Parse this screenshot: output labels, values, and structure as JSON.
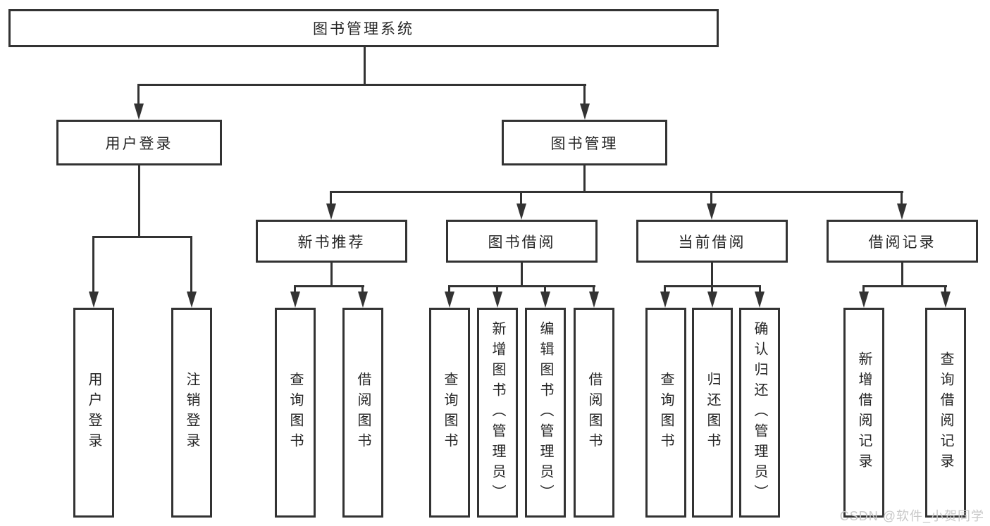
{
  "diagram": {
    "type": "hierarchy-tree",
    "root": {
      "label": "图书管理系统"
    },
    "branches": [
      {
        "label": "用户登录",
        "children": [
          {
            "label": "用户登录"
          },
          {
            "label": "注销登录"
          }
        ]
      },
      {
        "label": "图书管理",
        "children": [
          {
            "label": "新书推荐",
            "children": [
              {
                "label": "查询图书"
              },
              {
                "label": "借阅图书"
              }
            ]
          },
          {
            "label": "图书借阅",
            "children": [
              {
                "label": "查询图书"
              },
              {
                "label": "新增图书（管理员）"
              },
              {
                "label": "编辑图书（管理员）"
              },
              {
                "label": "借阅图书"
              }
            ]
          },
          {
            "label": "当前借阅",
            "children": [
              {
                "label": "查询图书"
              },
              {
                "label": "归还图书"
              },
              {
                "label": "确认归还（管理员）"
              }
            ]
          },
          {
            "label": "借阅记录",
            "children": [
              {
                "label": "新增借阅记录"
              },
              {
                "label": "查询借阅记录"
              }
            ]
          }
        ]
      }
    ]
  },
  "watermark": {
    "text": "CSDN @软件_小贺同学",
    "color": "#c8c8c8"
  },
  "colors": {
    "line": "#333333",
    "box_border": "#333333",
    "box_background": "#ffffff",
    "text": "#262626",
    "page_background": "#ffffff"
  }
}
